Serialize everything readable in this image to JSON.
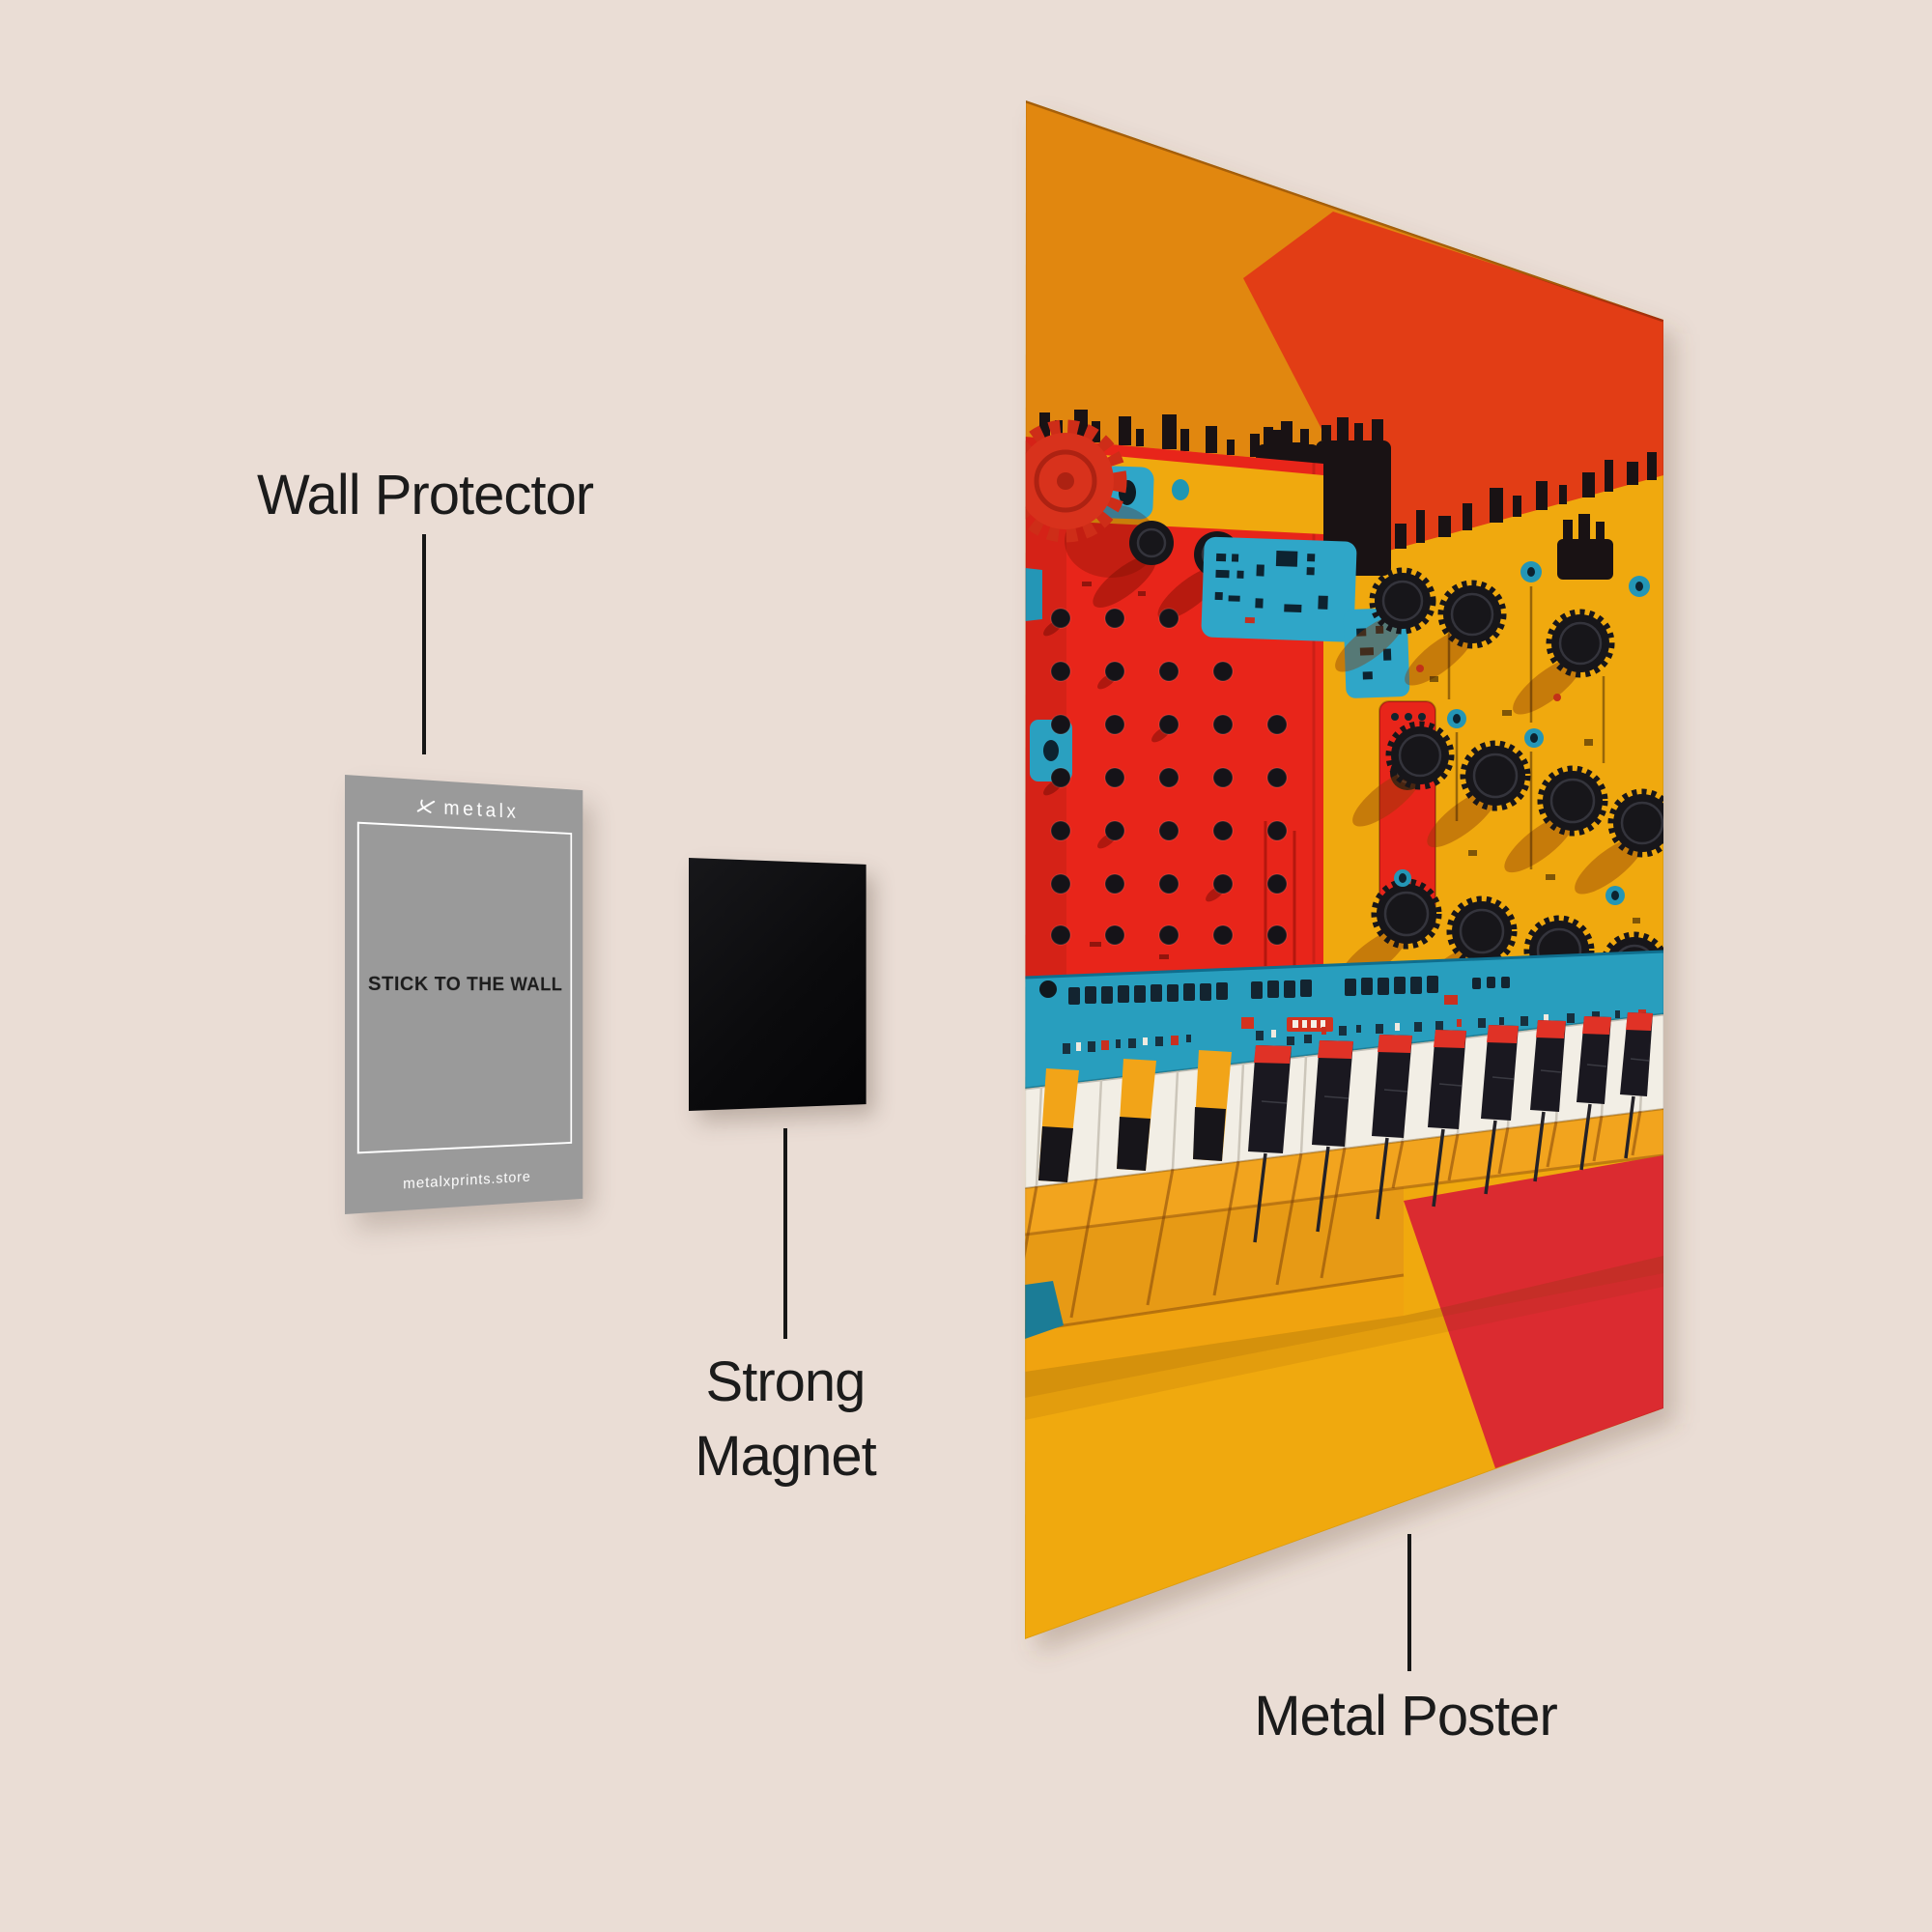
{
  "page": {
    "background_color": "#EADDD5",
    "text_color": "#1B1B1B"
  },
  "annotations": {
    "wall_protector": {
      "label": "Wall Protector"
    },
    "strong_magnet": {
      "label_line1": "Strong",
      "label_line2": "Magnet"
    },
    "metal_poster": {
      "label": "Metal Poster"
    }
  },
  "wall_protector_card": {
    "brand_logo_text": "metalx",
    "brand_logo_icon": "crossed-strokes-icon",
    "body_text": "STICK TO THE WALL",
    "footer_text": "metalxprints.store",
    "card_color": "#9A9A9A"
  },
  "strong_magnet_item": {
    "color": "#0B0B0D"
  },
  "metal_poster_item": {
    "artwork_description": "Colorful surreal modular synthesizer with piano keys on orange and red wall",
    "colors": {
      "wall_orange": "#E1870F",
      "wall_red": "#E23D15",
      "panel_red": "#E8251A",
      "panel_yellow": "#F0A90E",
      "strip_blue": "#289EBE",
      "key_white": "#F2EEE5",
      "key_front_orange": "#F2A41E",
      "key_front_deep": "#E79A15",
      "floor_red": "#DB2B30",
      "knob_black": "#17161A",
      "accent_teal": "#2FA6C8",
      "silhouette_black": "#191214"
    }
  }
}
